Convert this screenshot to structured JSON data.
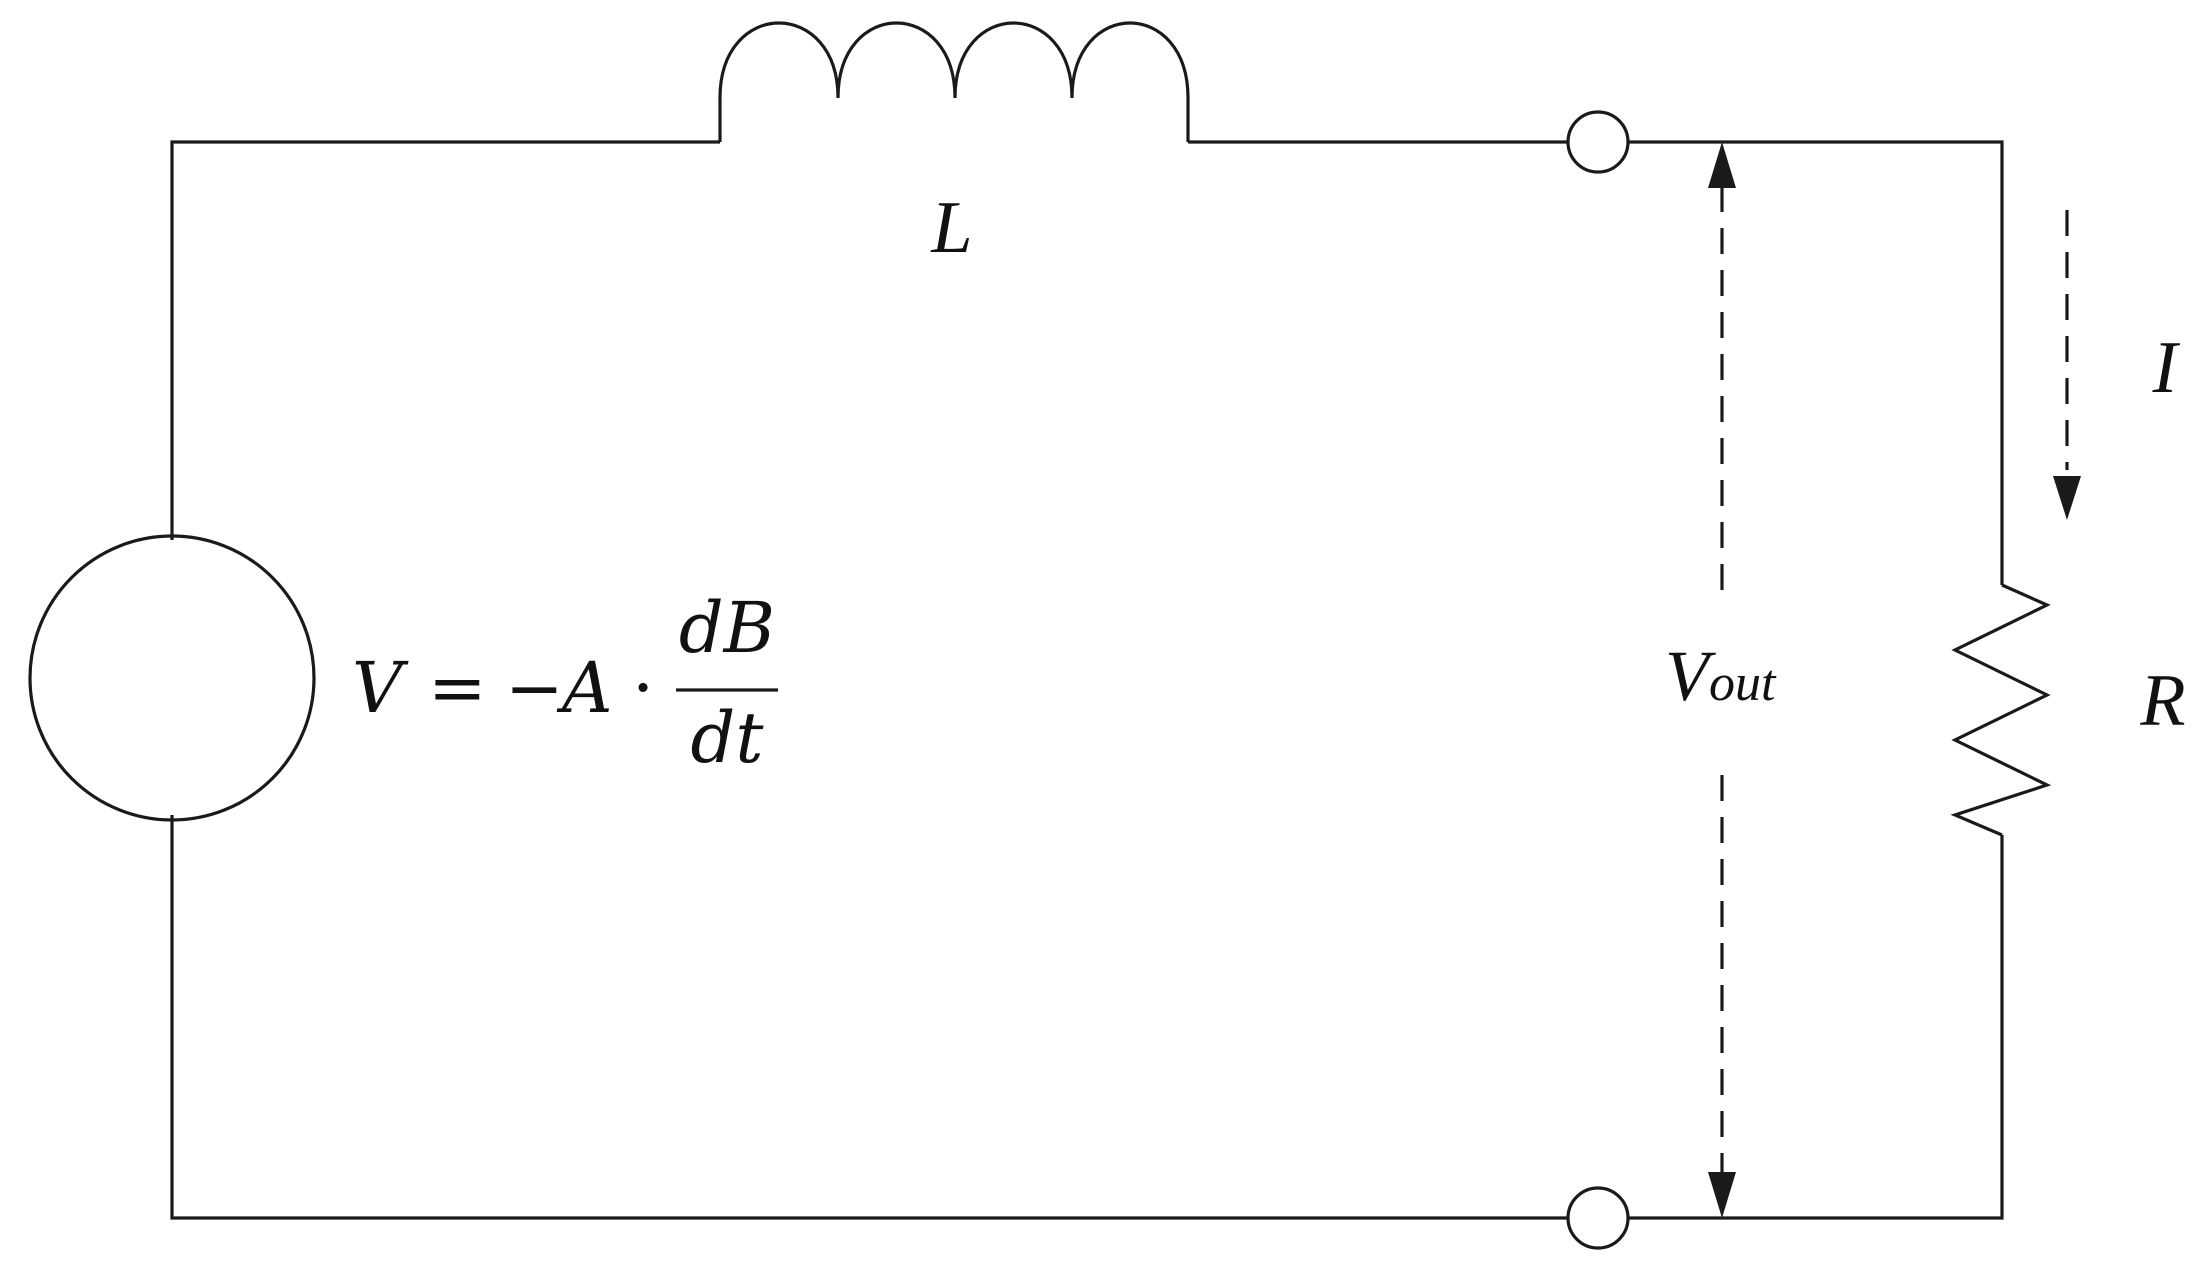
{
  "labels": {
    "inductor": "L",
    "current": "I",
    "resistor": "R",
    "vout_main": "V",
    "vout_sub": "out"
  },
  "equation": {
    "lhs": "V",
    "equals": "=",
    "minus": "−",
    "coef": "A",
    "dot": "·",
    "numerator": "dB",
    "denominator": "dt"
  },
  "colors": {
    "line": "#1a1a1a",
    "text": "#111111",
    "background": "#ffffff"
  }
}
